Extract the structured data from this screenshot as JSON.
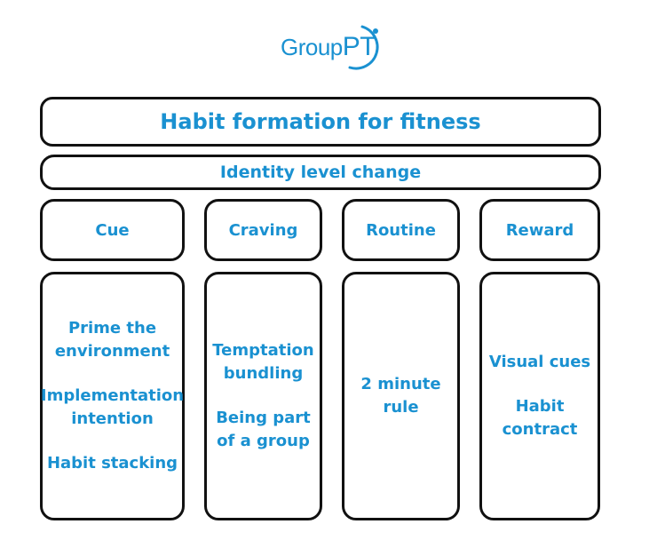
{
  "logo": {
    "prefix": "Group",
    "suffix": "PT"
  },
  "title": "Habit formation for fitness",
  "identity": "Identity level change",
  "columns": [
    {
      "header": "Cue",
      "items": [
        "Prime the environment",
        "Implementation intention",
        "Habit stacking"
      ]
    },
    {
      "header": "Craving",
      "items": [
        "Temptation bundling",
        "Being part of a group"
      ]
    },
    {
      "header": "Routine",
      "items": [
        "2 minute rule"
      ]
    },
    {
      "header": "Reward",
      "items": [
        "Visual cues",
        "Habit contract"
      ]
    }
  ],
  "colors": {
    "accent": "#1a91d1",
    "border": "#111111"
  }
}
